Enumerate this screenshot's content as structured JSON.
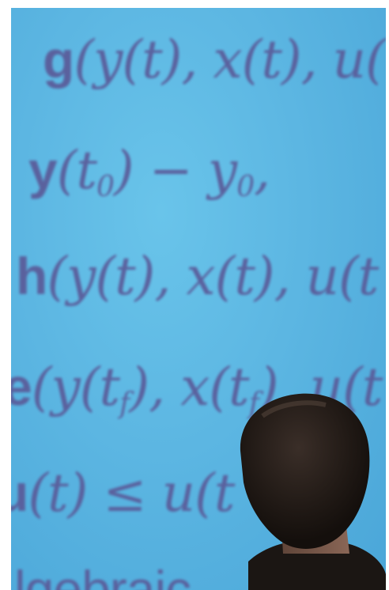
{
  "equations": [
    {
      "id": "eq-g",
      "prefix": "g",
      "text": "(y(t), x(t), u(",
      "plain": false
    },
    {
      "id": "eq-y0",
      "prefix": "y",
      "text": "(t",
      "sub": "0",
      "tail": ") − y",
      "sub2": "0",
      "tail2": ",",
      "plain": false
    },
    {
      "id": "eq-h",
      "prefix": "h",
      "text": "(y(t), x(t), u(t",
      "plain": false
    },
    {
      "id": "eq-e",
      "prefix": "e",
      "text": "(y(t",
      "sub": "f",
      "tail": "), x(t",
      "sub2": "f",
      "tail2": "), u(t",
      "plain": false
    },
    {
      "id": "eq-u",
      "prefix": "u",
      "text": "(t) ≤ u(t",
      "plain": false
    },
    {
      "id": "eq-alg",
      "text": "lgebraic",
      "plain": true
    }
  ],
  "colors": {
    "screen": "#5cb6e2",
    "math_text": "#5a5a98",
    "hair": "#1f1814",
    "skin": "#7a5a4a"
  }
}
